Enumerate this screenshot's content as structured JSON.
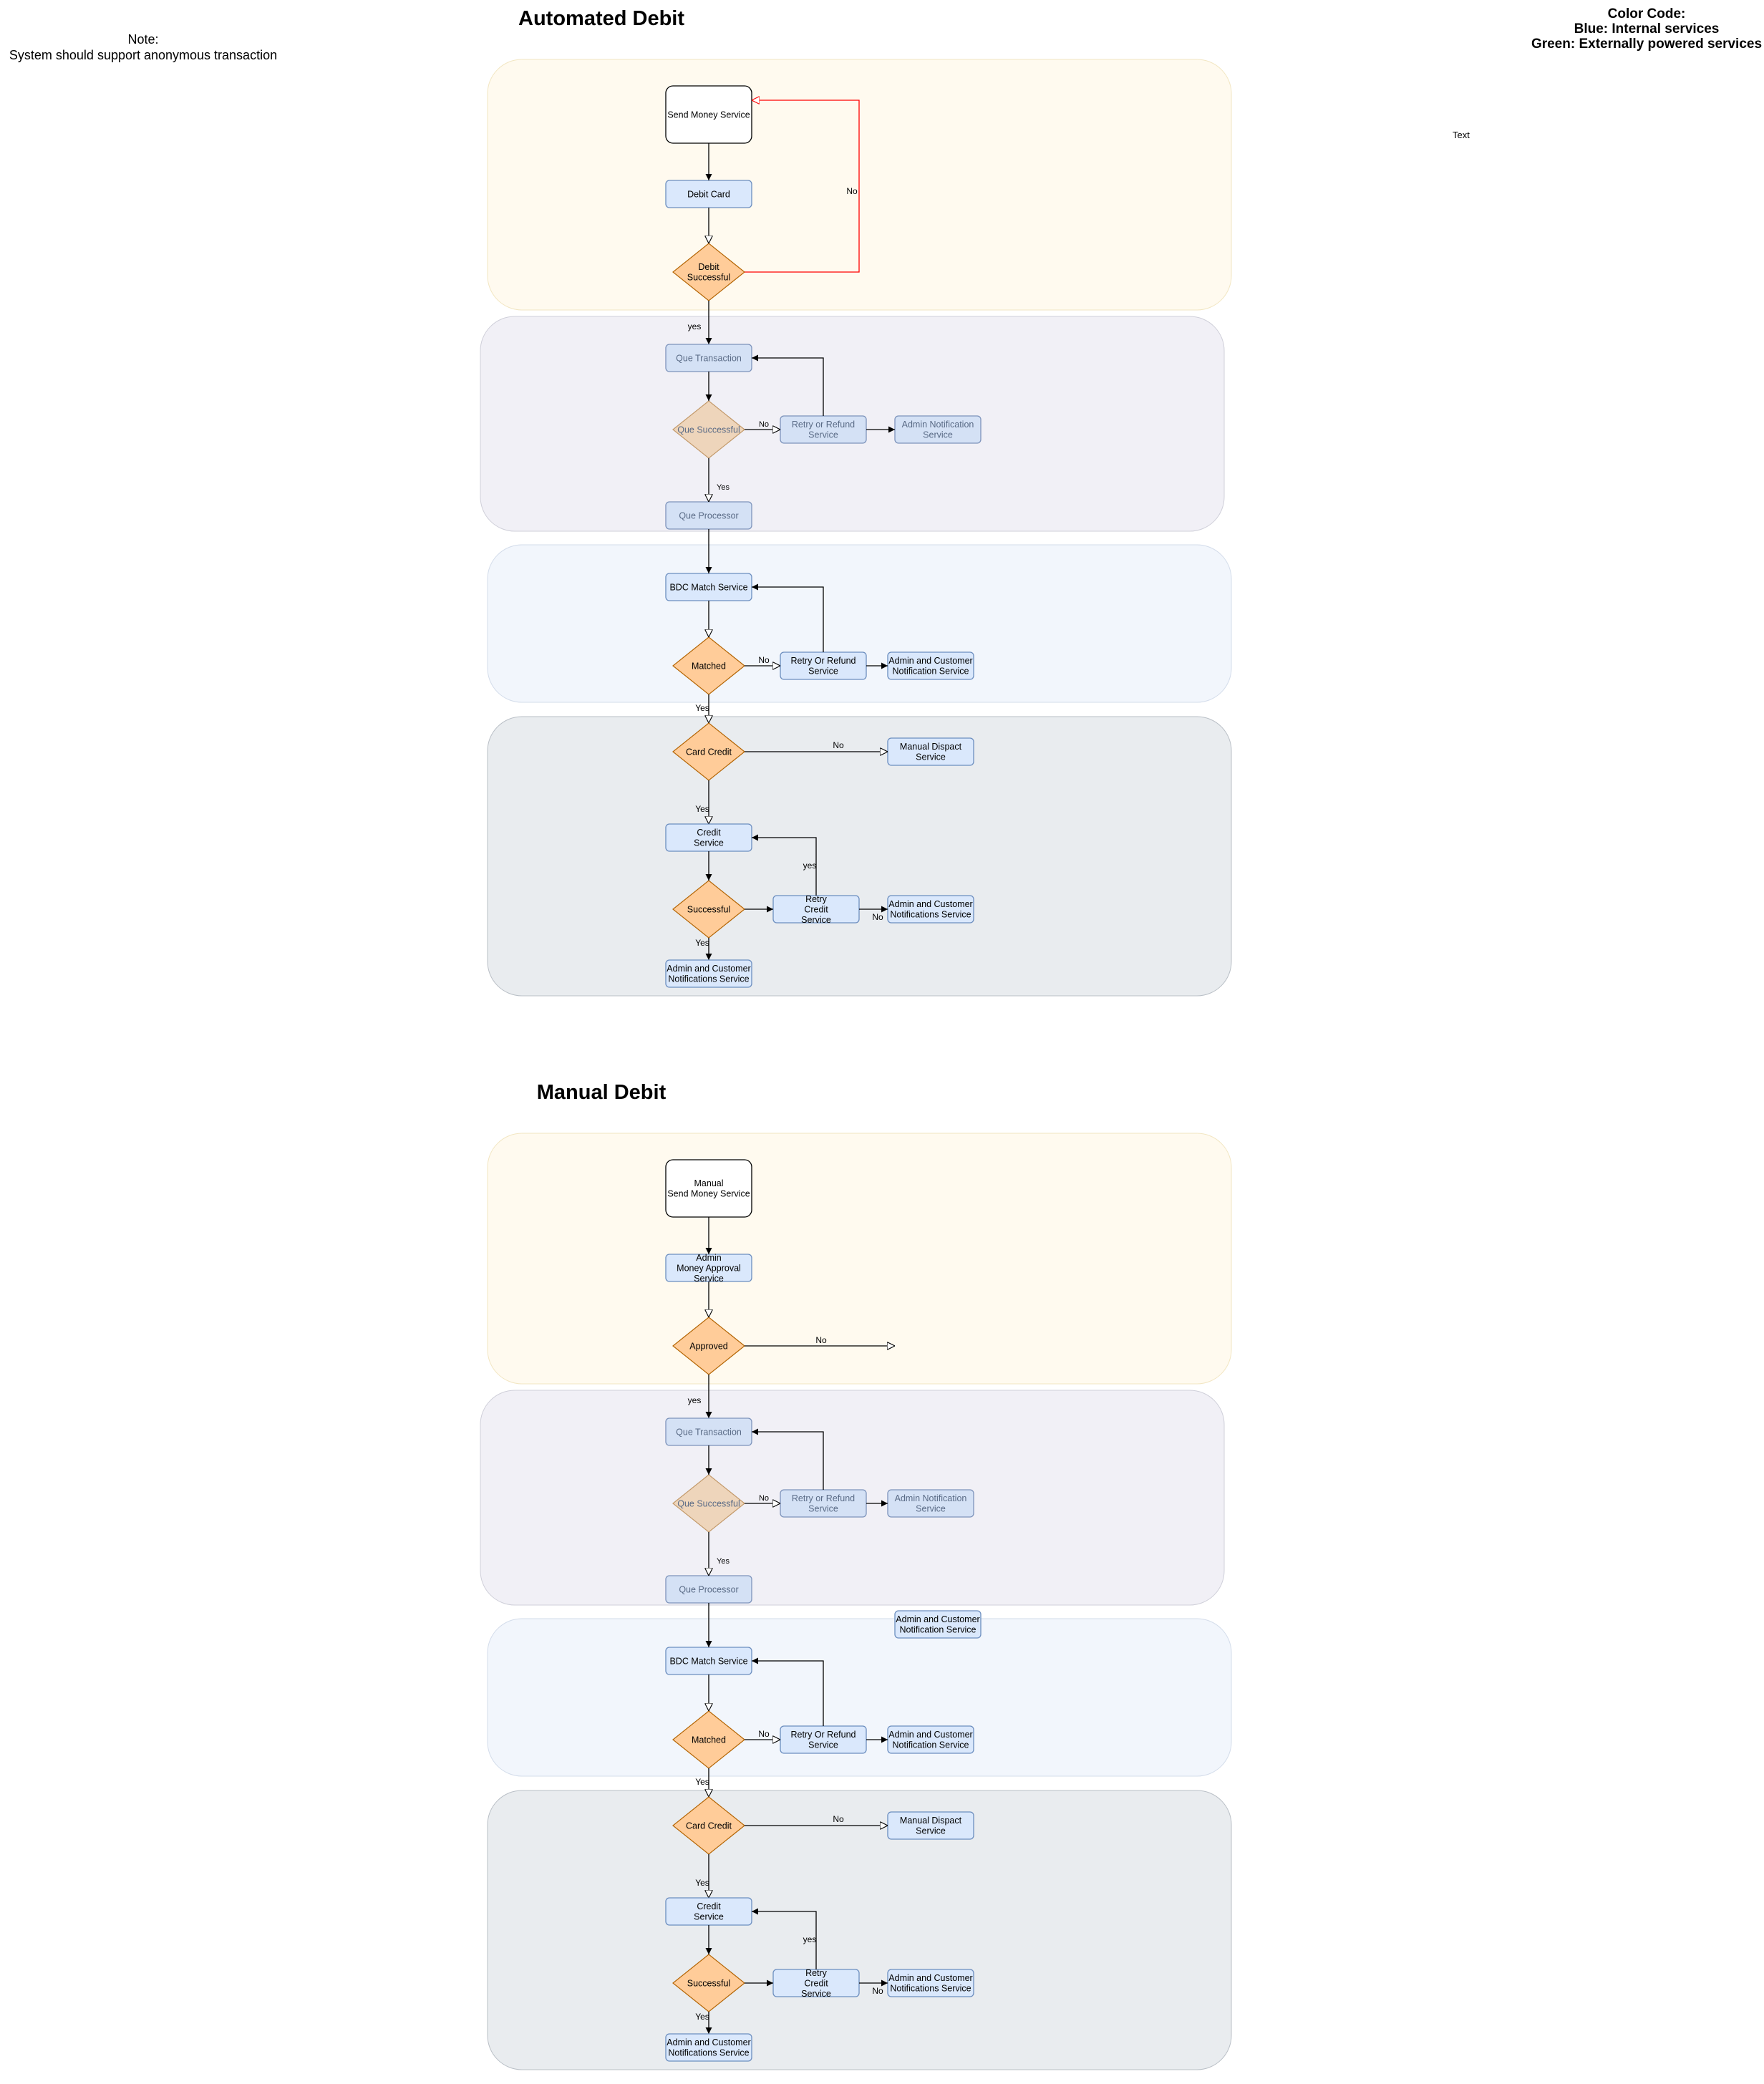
{
  "note": {
    "title": "Note:",
    "body": "System should support anonymous transaction"
  },
  "legend": {
    "title": "Color Code:",
    "blue": "Blue: Internal services",
    "green": "Green: Externally powered services"
  },
  "stray_text": "Text",
  "colors": {
    "lane_yellow": "#fffaef",
    "lane_lavender": "#f1f0f6",
    "lane_lightblue": "#f2f6fc",
    "lane_gray": "#e9ecef",
    "service_blue": "#dae8fc",
    "decision_orange": "#ffcc99",
    "retry_line": "#ff0000"
  },
  "flows": [
    {
      "title": "Automated Debit",
      "start": "Send Money Service",
      "first_step": "Debit Card",
      "first_decision": "Debit\nSuccessful",
      "first_no": "No",
      "first_yes": "yes",
      "first_no_target": "",
      "queue": "Que Transaction",
      "queue_decision": "Que Successful",
      "queue_no": "No",
      "queue_retry": "Retry or Refund\nService",
      "queue_notify": "Admin Notification\nService",
      "queue_yes": "Yes",
      "queue_processor": "Que Processor",
      "match": "BDC Match Service",
      "match_decision": "Matched",
      "match_no": "No",
      "match_retry": "Retry Or Refund\nService",
      "match_notify": "Admin and Customer\nNotification Service",
      "match_yes": "Yes",
      "card_decision": "Card Credit",
      "card_no": "No",
      "dispute": "Manual Dispact\nService",
      "card_yes": "Yes",
      "credit": "Credit\nService",
      "credit_decision": "Successful",
      "retry_credit": "Retry\nCredit\nService",
      "retry_yes": "yes",
      "retry_no": "No",
      "retry_notify": "Admin and Customer\nNotifications Service",
      "final_yes": "Yes",
      "final_notify": "Admin and Customer\nNotifications Service"
    },
    {
      "title": "Manual Debit",
      "start": "Manual\nSend Money Service",
      "first_step": "Admin\nMoney Approval\nService",
      "first_decision": "Approved",
      "first_no": "No",
      "first_yes": "yes",
      "first_no_target": "Admin and Customer\nNotification Service",
      "queue": "Que Transaction",
      "queue_decision": "Que Successful",
      "queue_no": "No",
      "queue_retry": "Retry or Refund\nService",
      "queue_notify": "Admin Notification\nService",
      "queue_yes": "Yes",
      "queue_processor": "Que Processor",
      "match": "BDC Match Service",
      "match_decision": "Matched",
      "match_no": "No",
      "match_retry": "Retry Or Refund\nService",
      "match_notify": "Admin and Customer\nNotification Service",
      "match_yes": "Yes",
      "card_decision": "Card Credit",
      "card_no": "No",
      "dispute": "Manual Dispact\nService",
      "card_yes": "Yes",
      "credit": "Credit\nService",
      "credit_decision": "Successful",
      "retry_credit": "Retry\nCredit\nService",
      "retry_yes": "yes",
      "retry_no": "No",
      "retry_notify": "Admin and Customer\nNotifications Service",
      "final_yes": "Yes",
      "final_notify": "Admin and Customer\nNotifications Service"
    }
  ]
}
